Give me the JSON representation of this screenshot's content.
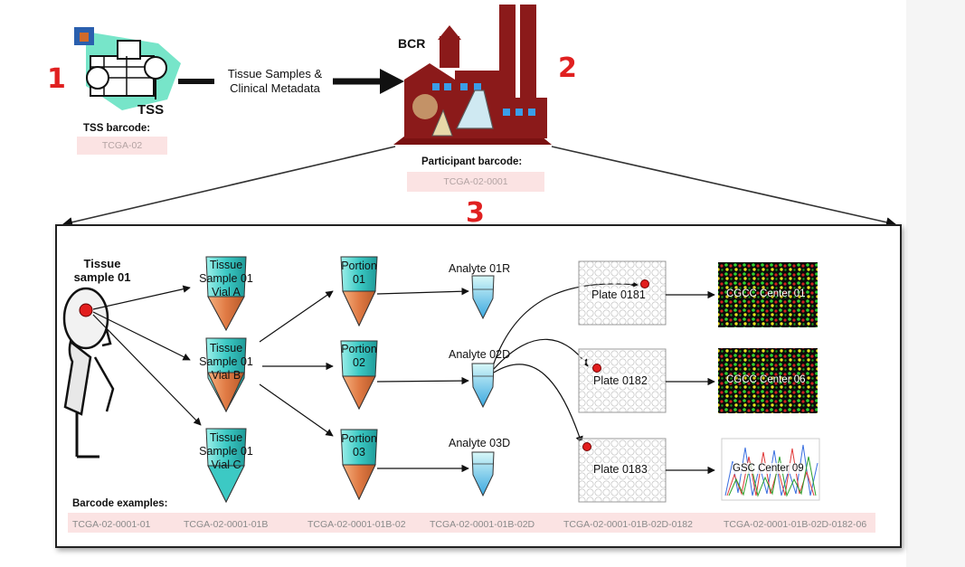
{
  "markers": {
    "one": "1",
    "two": "2",
    "three": "3"
  },
  "tss": {
    "logo_text": "TSS",
    "barcode_title": "TSS barcode:",
    "barcode_value": "TCGA-02"
  },
  "flow": {
    "line1": "Tissue Samples &",
    "line2": "Clinical Metadata"
  },
  "bcr": {
    "label": "BCR",
    "barcode_title": "Participant barcode:",
    "barcode_value": "TCGA-02-0001"
  },
  "participant": {
    "line1": "Tissue",
    "line2": "sample 01"
  },
  "vials": [
    {
      "line1": "Tissue",
      "line2": "Sample 01",
      "line3": "Vial A"
    },
    {
      "line1": "Tissue",
      "line2": "Sample 01",
      "line3": "Vial B"
    },
    {
      "line1": "Tissue",
      "line2": "Sample 01",
      "line3": "Vial C"
    }
  ],
  "portions": [
    {
      "line1": "Portion",
      "line2": "01"
    },
    {
      "line1": "Portion",
      "line2": "02"
    },
    {
      "line1": "Portion",
      "line2": "03"
    }
  ],
  "analytes": [
    {
      "label": "Analyte 01R"
    },
    {
      "label": "Analyte 02D"
    },
    {
      "label": "Analyte 03D"
    }
  ],
  "plates": [
    {
      "label": "Plate 0181"
    },
    {
      "label": "Plate 0182"
    },
    {
      "label": "Plate 0183"
    }
  ],
  "centers": [
    {
      "label": "CGCC Center 01"
    },
    {
      "label": "CGCC Center 06"
    },
    {
      "label": "GSC Center 09"
    }
  ],
  "barcode_examples": {
    "title": "Barcode examples:",
    "items": [
      "TCGA-02-0001-01",
      "TCGA-02-0001-01B",
      "TCGA-02-0001-01B-02",
      "TCGA-02-0001-01B-02D",
      "TCGA-02-0001-01B-02D-0182",
      "TCGA-02-0001-01B-02D-0182-06"
    ]
  },
  "colors": {
    "marker_red": "#e02020",
    "factory_red": "#8b1a1a",
    "tube_teal": "#3ec8c8",
    "tube_orange": "#e8804a",
    "barcode_pink": "#fbe3e3"
  }
}
